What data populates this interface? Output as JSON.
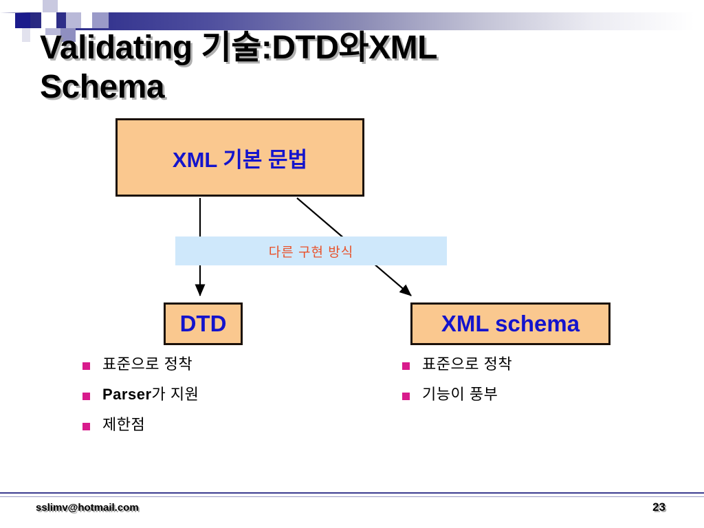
{
  "slide": {
    "title": "Validating 기술:DTD와XML\nSchema",
    "page_number": "23",
    "footer_email": "sslimv@hotmail.com"
  },
  "theme": {
    "box_fill": "#FAC88F",
    "box_border": "#1a1008",
    "box_text": "#1414CC",
    "note_fill": "#CFE8FB",
    "note_text": "#E8512A",
    "bullet_marker": "#D81B8C",
    "accent_bar_dark": "#2a2a80",
    "footer_rule": "#3b3b8f",
    "title_text": "#000000"
  },
  "diagram": {
    "nodes": {
      "xml_basic": {
        "label": "XML 기본 문법"
      },
      "other_method": {
        "label": "다른 구현 방식"
      },
      "dtd": {
        "label": "DTD"
      },
      "xml_schema": {
        "label": "XML schema"
      }
    },
    "edges": [
      {
        "name": "xml-basic-to-dtd",
        "from": "xml_basic",
        "to": "dtd",
        "style": "vertical-arrow"
      },
      {
        "name": "xml-basic-to-xml-schema",
        "from": "xml_basic",
        "to": "xml_schema",
        "style": "diagonal-arrow"
      }
    ]
  },
  "bullets": {
    "dtd": [
      {
        "text": "표준으로 정착",
        "bold_prefix": ""
      },
      {
        "text": "가 지원",
        "bold_prefix": "Parser"
      },
      {
        "text": "제한점",
        "bold_prefix": ""
      }
    ],
    "xml_schema": [
      {
        "text": "표준으로 정착",
        "bold_prefix": ""
      },
      {
        "text": "기능이 풍부",
        "bold_prefix": ""
      }
    ]
  },
  "icons": {
    "bullet_square": "bullet-square-icon",
    "arrow_head": "arrow-head-icon",
    "deco_mosaic": "deco-mosaic-icon"
  }
}
